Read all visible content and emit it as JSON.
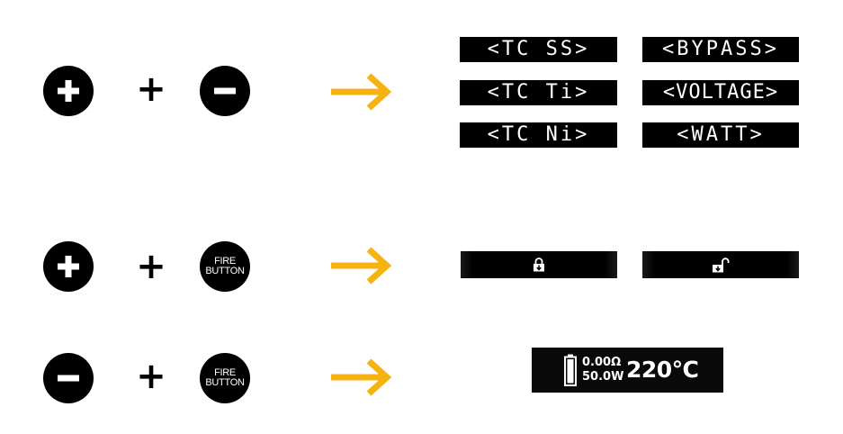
{
  "rows": [
    {
      "left_button": "plus",
      "right_button": "minus",
      "result_modes": [
        "<TC SS>",
        "<BYPASS>",
        "<TC Ti>",
        "<VOLTAGE>",
        "<TC Ni>",
        "<WATT>"
      ]
    },
    {
      "left_button": "plus",
      "right_button": "fire",
      "result_icons": [
        "lock-icon",
        "unlock-icon"
      ]
    },
    {
      "left_button": "minus",
      "right_button": "fire",
      "result_screen": {
        "resistance": "0.00Ω",
        "power": "50.0W",
        "temperature": "220℃"
      }
    }
  ],
  "plus_sign": "+",
  "fire_button": {
    "line1": "FIRE",
    "line2": "BUTTON"
  },
  "colors": {
    "arrow": "#F5B312",
    "button": "#000000",
    "lcd_bg": "#000000",
    "lcd_text": "#FFFFFF"
  }
}
